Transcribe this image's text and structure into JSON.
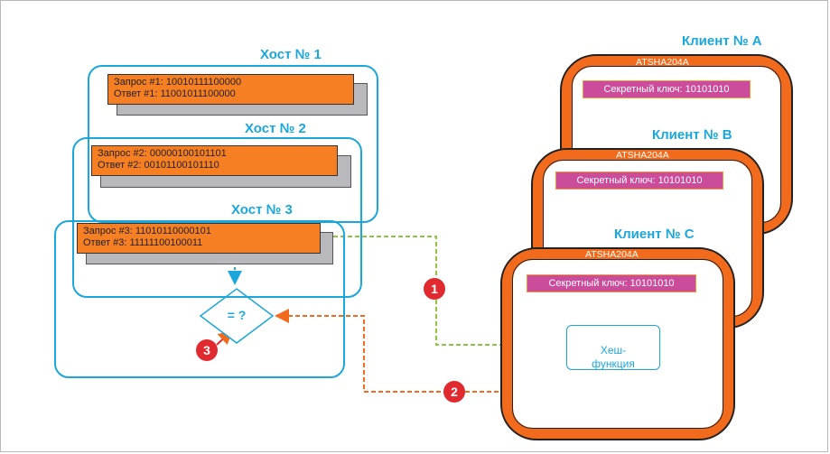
{
  "hosts": [
    {
      "title": "Хост № 1",
      "request": "Запрос #1: 10010111100000",
      "response": "Ответ #1: 11001011100000"
    },
    {
      "title": "Хост № 2",
      "request": "Запрос #2: 00000100101101",
      "response": "Ответ #2: 00101100101110"
    },
    {
      "title": "Хост № 3",
      "request": "Запрос #3: 11010110000101",
      "response": "Ответ #3: 11111100100011"
    }
  ],
  "compare_label": "= ?",
  "clients": [
    {
      "title": "Клиент № A",
      "chip": "ATSHA204A",
      "key": "Секретный ключ: 10101010"
    },
    {
      "title": "Клиент № B",
      "chip": "ATSHA204A",
      "key": "Секретный ключ: 10101010"
    },
    {
      "title": "Клиент № C",
      "chip": "ATSHA204A",
      "key": "Секретный ключ: 10101010"
    }
  ],
  "hash_label": "Хеш-\nфункция",
  "badges": [
    "1",
    "2",
    "3"
  ],
  "colors": {
    "host_outline": "#1aa7dc",
    "request_box": "#f57f22",
    "client_frame": "#f26a1c",
    "key_box": "#cc4c9c",
    "arrow_green": "#8cc63f",
    "arrow_orange": "#f26a1c",
    "badge": "#e02a2f"
  }
}
